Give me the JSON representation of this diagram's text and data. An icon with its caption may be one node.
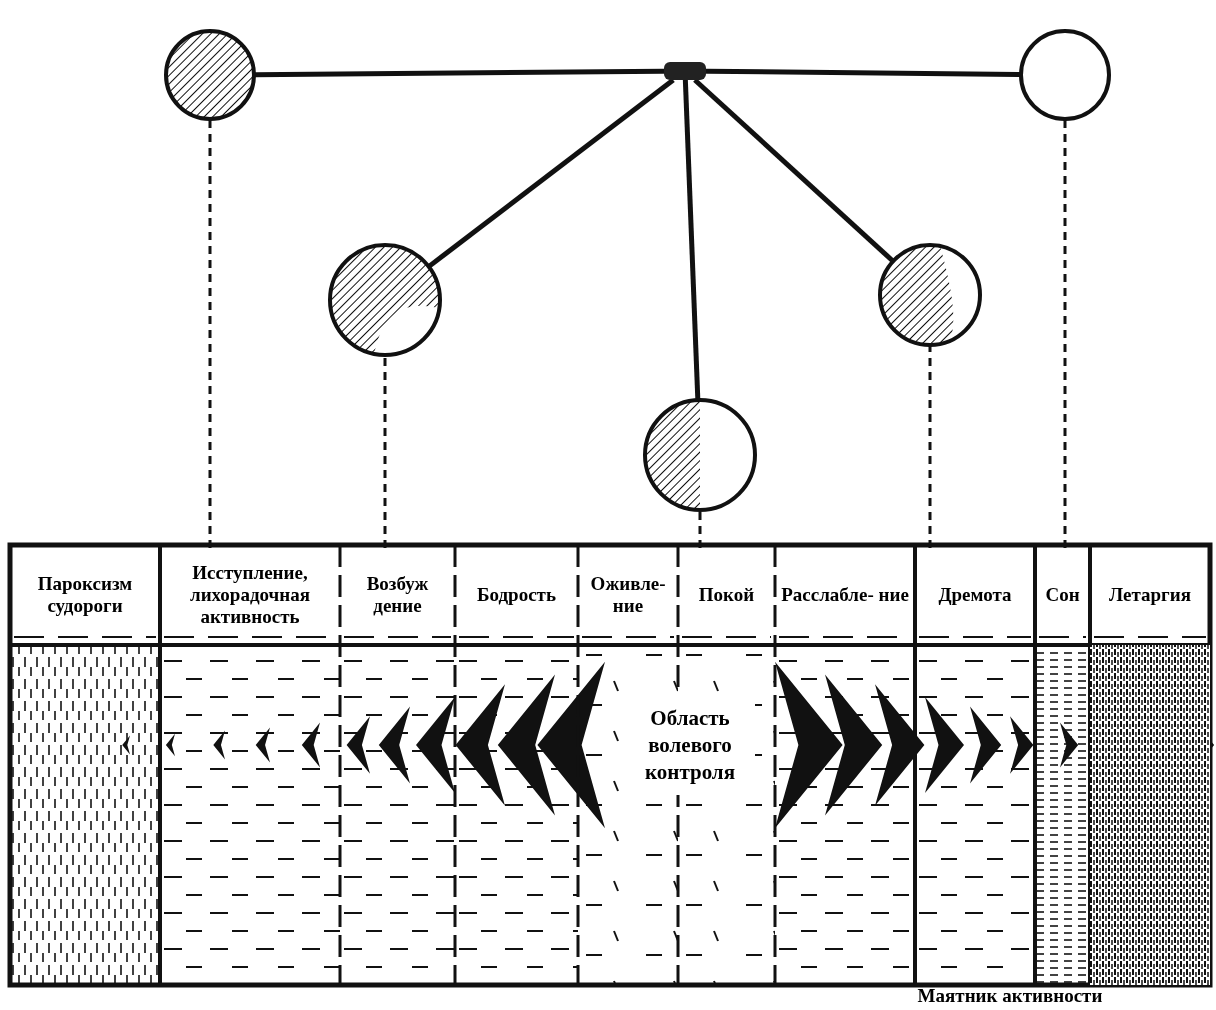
{
  "diagram": {
    "caption": "Маятник активности",
    "nodes": [
      {
        "text": [],
        "shape": "circle"
      },
      {
        "text": [],
        "shape": "box"
      },
      {
        "text": [],
        "shape": "circle"
      },
      {
        "text": [],
        "shape": "circle"
      },
      {
        "text": [],
        "shape": "circle"
      },
      {
        "text": [],
        "shape": "circle"
      },
      {
        "text": [
          "Пароксизм судороги"
        ]
      },
      {
        "text": [
          "Исступление, лихорадочная активность"
        ]
      },
      {
        "text": [
          "Возбуж дение"
        ]
      },
      {
        "text": [
          "Бодрость"
        ]
      },
      {
        "text": [
          "Оживле- ние"
        ]
      },
      {
        "text": [
          "Покой"
        ]
      },
      {
        "text": [
          "Расслабле- ние"
        ]
      },
      {
        "text": [
          "Дремота"
        ]
      },
      {
        "text": [
          "Сон"
        ]
      },
      {
        "text": [
          "Летаргия"
        ]
      },
      {
        "text": [
          "Область волевого контроля"
        ]
      }
    ],
    "edges": [
      {
        "from": 0,
        "to": 1,
        "arrow": "none"
      },
      {
        "from": 1,
        "to": 2,
        "arrow": "none"
      },
      {
        "from": 1,
        "to": 3,
        "arrow": "none"
      },
      {
        "from": 1,
        "to": 5,
        "arrow": "none"
      },
      {
        "from": 1,
        "to": 4,
        "arrow": "none"
      },
      {
        "from": 0,
        "to": 7,
        "arrow": "none",
        "style": "dashed"
      },
      {
        "from": 3,
        "to": 8,
        "arrow": "none",
        "style": "dashed"
      },
      {
        "from": 5,
        "to": 11,
        "arrow": "none",
        "style": "dashed"
      },
      {
        "from": 4,
        "to": 13,
        "arrow": "none",
        "style": "dashed"
      },
      {
        "from": 2,
        "to": 14,
        "arrow": "none",
        "style": "dashed"
      }
    ]
  }
}
